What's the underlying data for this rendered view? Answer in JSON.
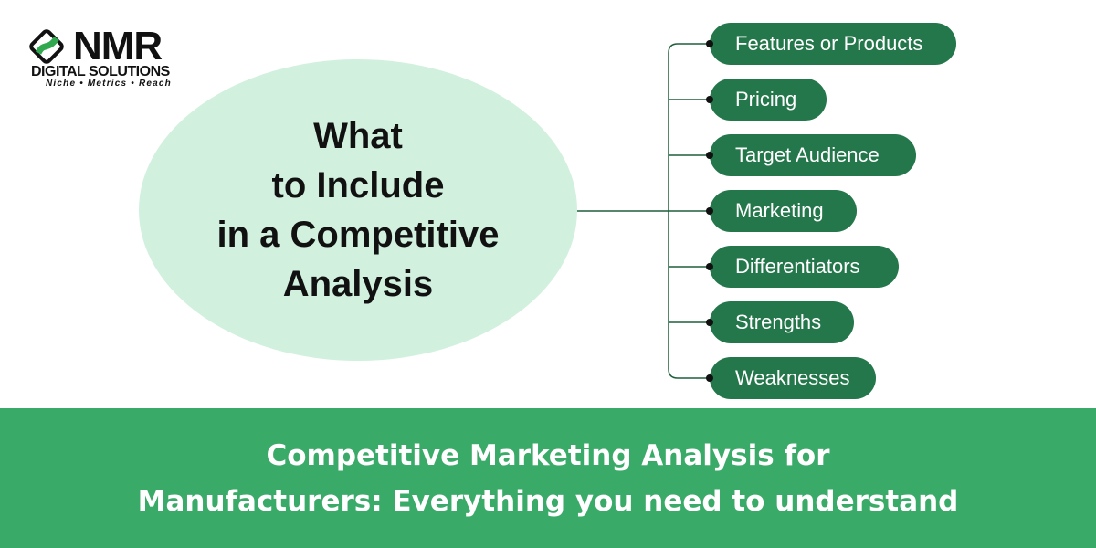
{
  "logo": {
    "name": "NMR",
    "subtitle": "DIGITAL SOLUTIONS",
    "tagline": "Niche • Metrics • Reach"
  },
  "diagram": {
    "title_lines": [
      "What",
      "to Include",
      "in a Competitive",
      "Analysis"
    ],
    "items": [
      "Features or Products",
      "Pricing",
      "Target Audience",
      "Marketing",
      "Differentiators",
      "Strengths",
      "Weaknesses"
    ]
  },
  "banner": {
    "lines": [
      "Competitive Marketing Analysis for",
      "Manufacturers: Everything you need to understand"
    ]
  },
  "colors": {
    "pill": "#23774a",
    "ellipse": "#d1f0de",
    "banner": "#3aaa68"
  }
}
